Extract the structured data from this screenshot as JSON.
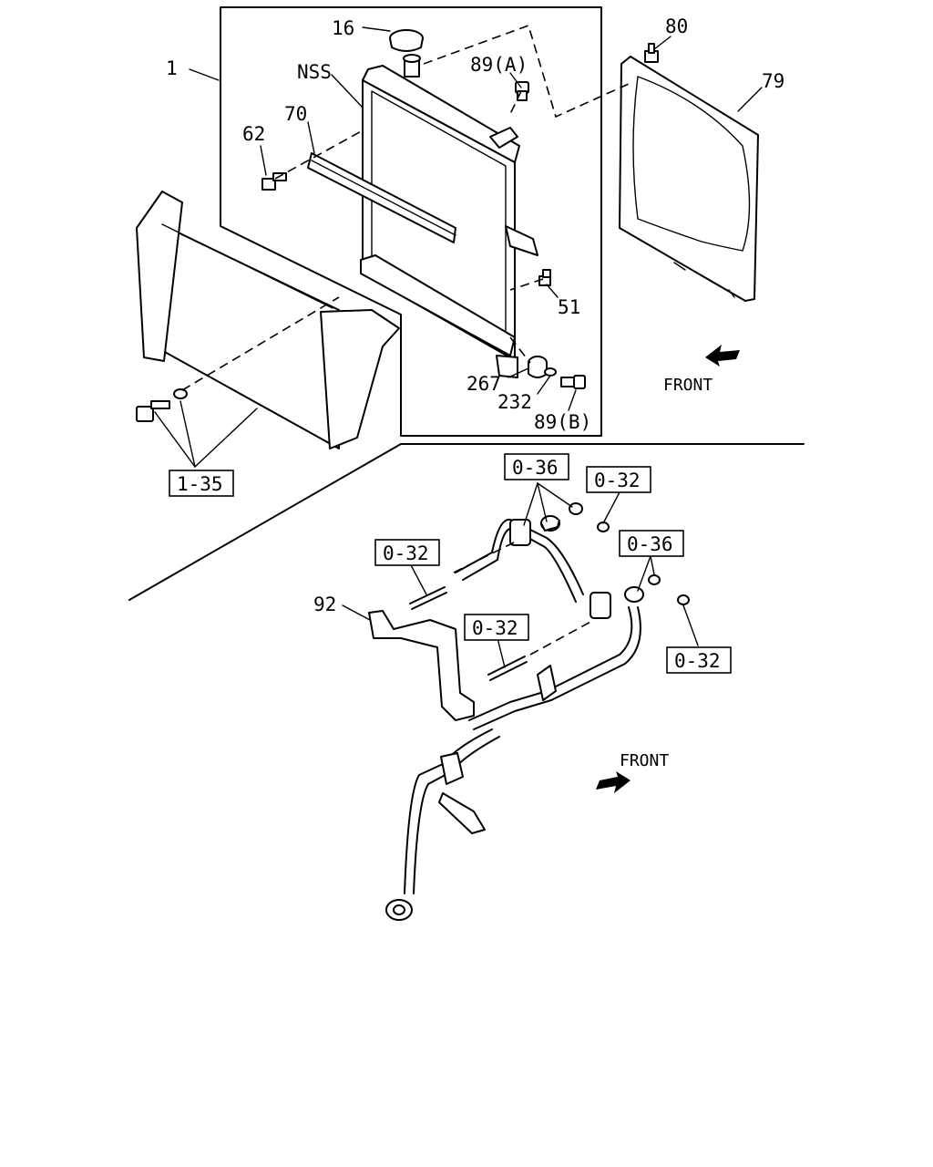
{
  "callouts": {
    "c1": "1",
    "c16": "16",
    "cNSS": "NSS",
    "c89A": "89(A)",
    "c80": "80",
    "c79": "79",
    "c70": "70",
    "c62": "62",
    "c51": "51",
    "c267": "267",
    "c232": "232",
    "c89B": "89(B)",
    "c92": "92"
  },
  "ref_boxes": {
    "r135": "1-35",
    "r036a": "0-36",
    "r032a": "0-32",
    "r036b": "0-36",
    "r032b": "0-32",
    "r032c": "0-32",
    "r032d": "0-32"
  },
  "direction": {
    "front_upper": "FRONT",
    "front_lower": "FRONT"
  }
}
